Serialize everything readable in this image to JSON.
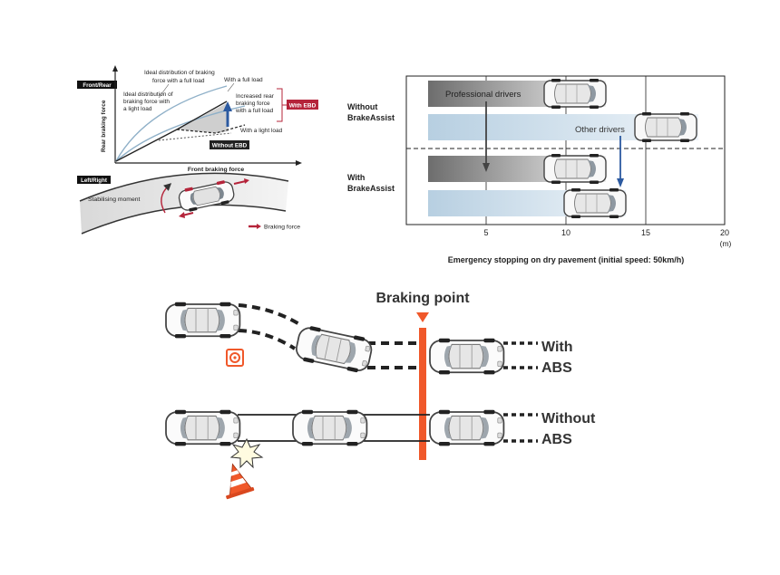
{
  "ebd": {
    "tag_front_rear": "Front/Rear",
    "tag_left_right": "Left/Right",
    "ylabel": "Rear braking force",
    "xlabel": "Front braking force",
    "ideal_full_load": "Ideal distribution of braking force with a full load",
    "ideal_full_load_l1": "Ideal distribution of braking",
    "ideal_full_load_l2": "force with a full load",
    "ideal_light_l1": "Ideal distribution of",
    "ideal_light_l2": "braking force with",
    "ideal_light_l3": "a light load",
    "with_full_load": "With a full load",
    "increased_l1": "Increased rear",
    "increased_l2": "braking force",
    "increased_l3": "with a full load",
    "with_ebd": "With EBD",
    "with_light_load": "With a light load",
    "without_ebd": "Without EBD",
    "stabilising_moment": "Stabilising moment",
    "braking_force": "Braking force",
    "colors": {
      "badge": "#b5243a",
      "curve": "#8fb0c8",
      "arrow": "#2c5aa0",
      "shade": "#cfcfcf"
    }
  },
  "brake_assist": {
    "group_without_l1": "Without",
    "group_without_l2": "BrakeAssist",
    "group_with_l1": "With",
    "group_with_l2": "BrakeAssist",
    "label_professional": "Professional drivers",
    "label_other": "Other drivers",
    "unit": "(m)",
    "caption": "Emergency stopping on dry pavement (initial speed: 50km/h)",
    "x_ticks": [
      "5",
      "10",
      "15",
      "20"
    ],
    "colors": {
      "gray_bar": "#9a9a9a",
      "blue_bar": "#bcd2e3",
      "arrow": "#2c5aa0"
    }
  },
  "abs": {
    "braking_point": "Braking point",
    "with_l1": "With",
    "with_l2": "ABS",
    "without_l1": "Without",
    "without_l2": "ABS",
    "colors": {
      "marker": "#f0582a",
      "text": "#333333"
    }
  }
}
